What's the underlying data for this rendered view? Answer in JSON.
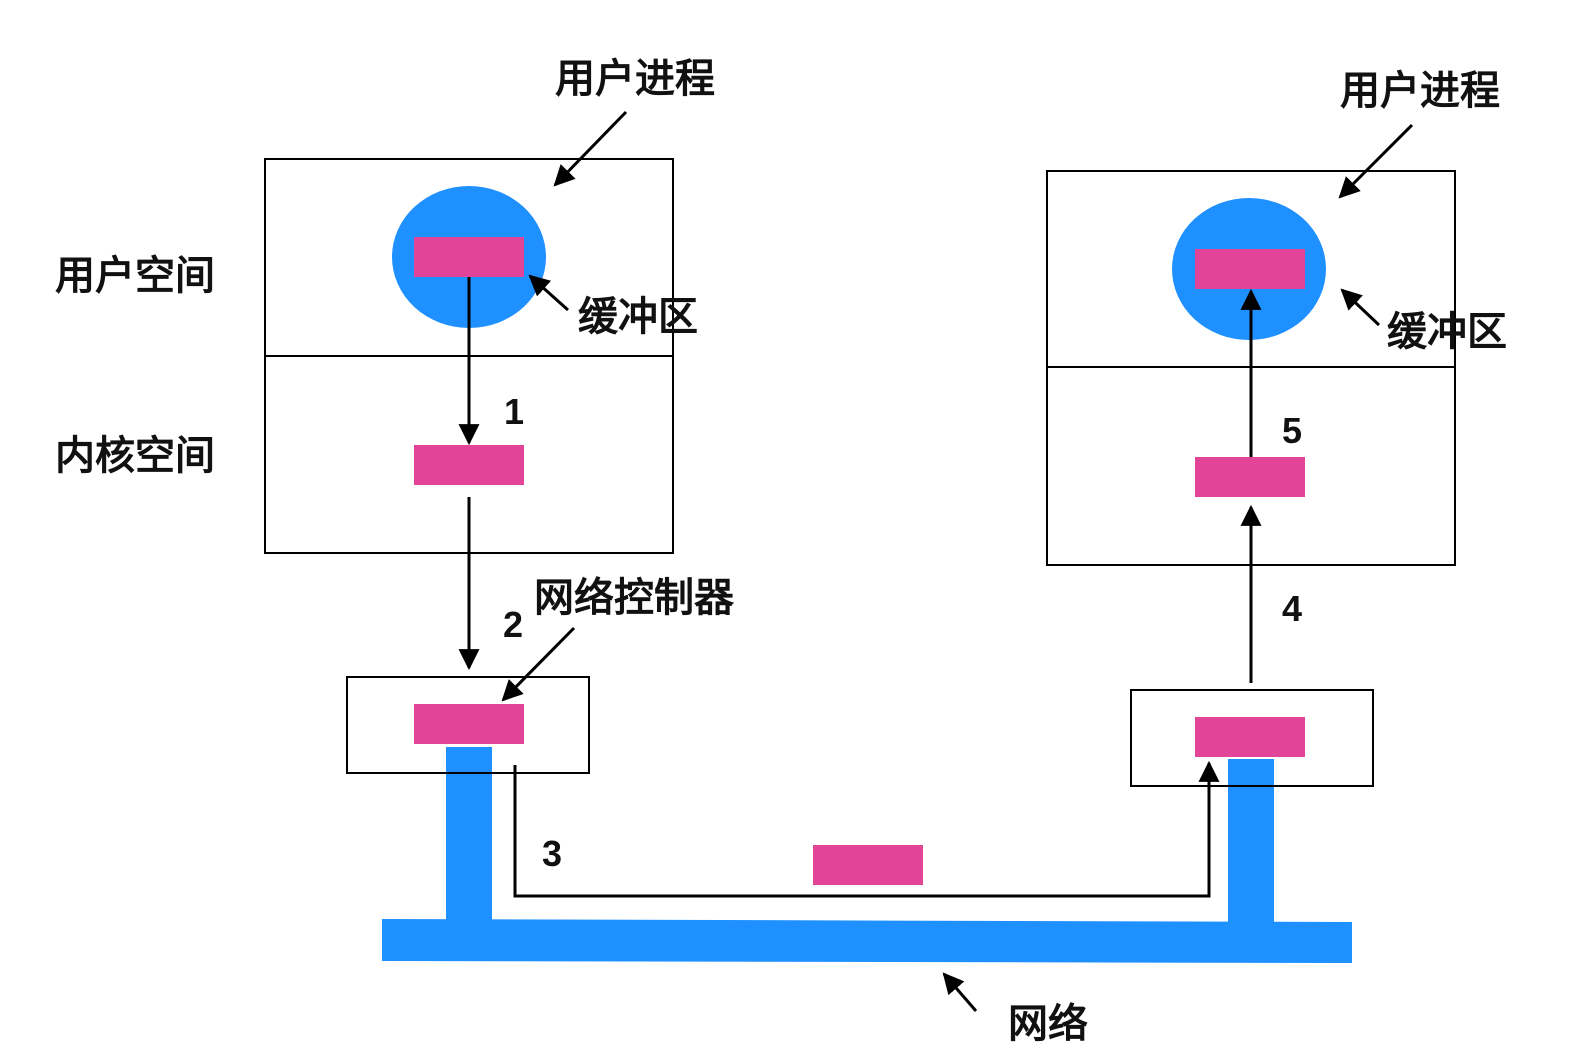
{
  "colors": {
    "buffer": "#e24597",
    "process": "#1e90ff",
    "network": "#1e90ff",
    "line": "#000000",
    "background": "#ffffff"
  },
  "labels": {
    "user_space": "用户空间",
    "kernel_space": "内核空间",
    "left_process": "用户进程",
    "right_process": "用户进程",
    "left_buffer": "缓冲区",
    "right_buffer": "缓冲区",
    "network_controller": "网络控制器",
    "network": "网络"
  },
  "steps": [
    {
      "id": "1",
      "label": "1"
    },
    {
      "id": "2",
      "label": "2"
    },
    {
      "id": "3",
      "label": "3"
    },
    {
      "id": "4",
      "label": "4"
    },
    {
      "id": "5",
      "label": "5"
    }
  ]
}
